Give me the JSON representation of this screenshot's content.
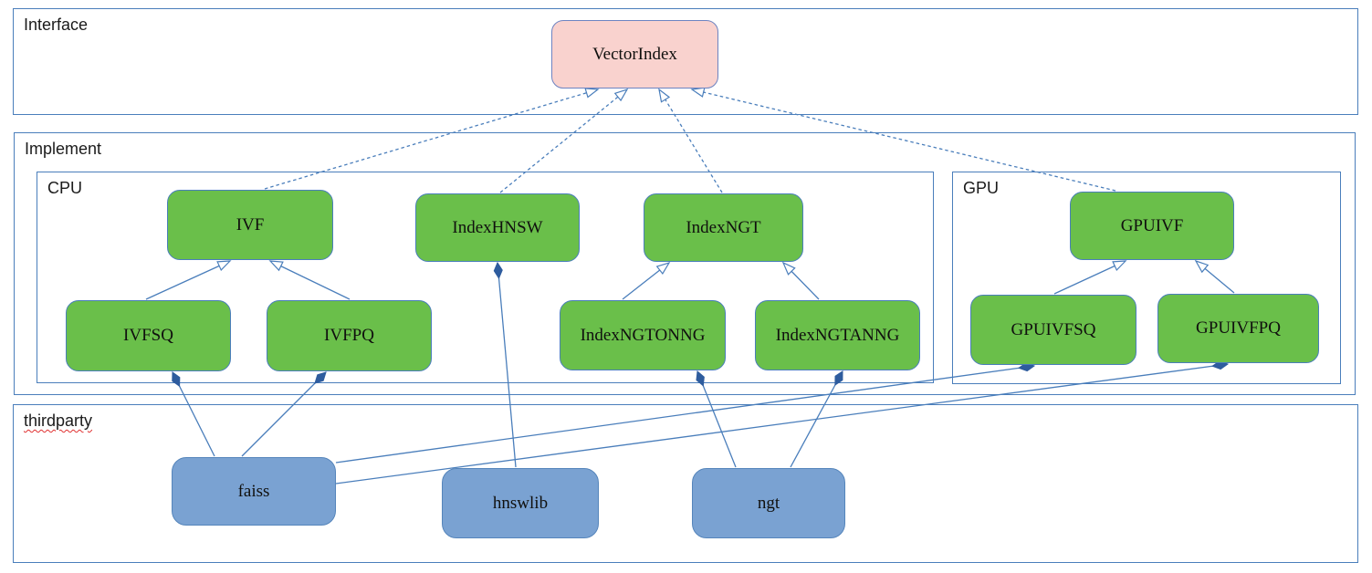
{
  "diagram": {
    "containers": [
      {
        "id": "interface",
        "label": "Interface",
        "spellcheck_underline": false
      },
      {
        "id": "implement",
        "label": "Implement",
        "spellcheck_underline": false
      },
      {
        "id": "cpu",
        "label": "CPU",
        "spellcheck_underline": false
      },
      {
        "id": "gpu",
        "label": "GPU",
        "spellcheck_underline": false
      },
      {
        "id": "thirdparty",
        "label": "thirdparty",
        "spellcheck_underline": true
      }
    ],
    "nodes": [
      {
        "id": "VectorIndex",
        "label": "VectorIndex",
        "type": "interface",
        "container": "interface"
      },
      {
        "id": "IVF",
        "label": "IVF",
        "type": "class",
        "container": "cpu"
      },
      {
        "id": "IndexHNSW",
        "label": "IndexHNSW",
        "type": "class",
        "container": "cpu"
      },
      {
        "id": "IndexNGT",
        "label": "IndexNGT",
        "type": "class",
        "container": "cpu"
      },
      {
        "id": "IVFSQ",
        "label": "IVFSQ",
        "type": "class",
        "container": "cpu"
      },
      {
        "id": "IVFPQ",
        "label": "IVFPQ",
        "type": "class",
        "container": "cpu"
      },
      {
        "id": "IndexNGTONNG",
        "label": "IndexNGTONNG",
        "type": "class",
        "container": "cpu"
      },
      {
        "id": "IndexNGTANNG",
        "label": "IndexNGTANNG",
        "type": "class",
        "container": "cpu"
      },
      {
        "id": "GPUIVF",
        "label": "GPUIVF",
        "type": "class",
        "container": "gpu"
      },
      {
        "id": "GPUIVFSQ",
        "label": "GPUIVFSQ",
        "type": "class",
        "container": "gpu"
      },
      {
        "id": "GPUIVFPQ",
        "label": "GPUIVFPQ",
        "type": "class",
        "container": "gpu"
      },
      {
        "id": "faiss",
        "label": "faiss",
        "type": "library",
        "container": "thirdparty"
      },
      {
        "id": "hnswlib",
        "label": "hnswlib",
        "type": "library",
        "container": "thirdparty"
      },
      {
        "id": "ngt",
        "label": "ngt",
        "type": "library",
        "container": "thirdparty"
      }
    ],
    "edges": [
      {
        "from": "IVF",
        "to": "VectorIndex",
        "type": "realization"
      },
      {
        "from": "IndexHNSW",
        "to": "VectorIndex",
        "type": "realization"
      },
      {
        "from": "IndexNGT",
        "to": "VectorIndex",
        "type": "realization"
      },
      {
        "from": "GPUIVF",
        "to": "VectorIndex",
        "type": "realization"
      },
      {
        "from": "IVFSQ",
        "to": "IVF",
        "type": "inheritance"
      },
      {
        "from": "IVFPQ",
        "to": "IVF",
        "type": "inheritance"
      },
      {
        "from": "IndexNGTONNG",
        "to": "IndexNGT",
        "type": "inheritance"
      },
      {
        "from": "IndexNGTANNG",
        "to": "IndexNGT",
        "type": "inheritance"
      },
      {
        "from": "GPUIVFSQ",
        "to": "GPUIVF",
        "type": "inheritance"
      },
      {
        "from": "GPUIVFPQ",
        "to": "GPUIVF",
        "type": "inheritance"
      },
      {
        "from": "faiss",
        "to": "IVFSQ",
        "type": "composition"
      },
      {
        "from": "faiss",
        "to": "IVFPQ",
        "type": "composition"
      },
      {
        "from": "faiss",
        "to": "GPUIVFSQ",
        "type": "composition"
      },
      {
        "from": "faiss",
        "to": "GPUIVFPQ",
        "type": "composition"
      },
      {
        "from": "hnswlib",
        "to": "IndexHNSW",
        "type": "composition"
      },
      {
        "from": "ngt",
        "to": "IndexNGTONNG",
        "type": "composition"
      },
      {
        "from": "ngt",
        "to": "IndexNGTANNG",
        "type": "composition"
      }
    ],
    "colors": {
      "container_border": "#4a7ebb",
      "interface_fill": "#f9d2ce",
      "class_fill": "#6abf4a",
      "library_fill": "#7aa2d2",
      "edge_line": "#4a7ebb",
      "composition_diamond": "#2e5c9e",
      "spellcheck_underline": "#e03030"
    }
  }
}
